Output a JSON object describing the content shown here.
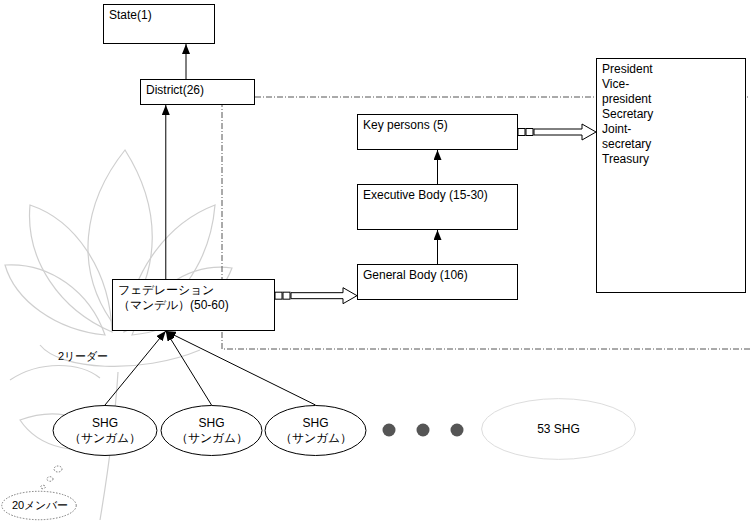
{
  "diagram": {
    "nodes": [
      {
        "text": [
          "State(1)"
        ]
      },
      {
        "text": [
          "District(26)"
        ]
      },
      {
        "text": [
          "President Vice-president Secretary Joint-secretary Treasury"
        ]
      },
      {
        "text": [
          "Key persons (5)"
        ]
      },
      {
        "text": [
          "Executive Body (15-30)"
        ]
      },
      {
        "text": [
          "General Body (106)"
        ]
      },
      {
        "text": [
          "フェデレーション （マンデル）(50-60)"
        ]
      },
      {
        "text": [
          "SHG （サンガム）"
        ]
      },
      {
        "text": [
          "SHG （サンガム）"
        ]
      },
      {
        "text": [
          "SHG （サンガム）"
        ]
      },
      {
        "text": [
          "53 SHG"
        ]
      },
      {
        "text": [
          "20メンバー"
        ]
      }
    ],
    "edges": [
      {
        "from": 1,
        "to": 0,
        "arrow": "to"
      },
      {
        "from": 6,
        "to": 1,
        "arrow": "to"
      },
      {
        "from": 7,
        "to": 6,
        "arrow": "to"
      },
      {
        "from": 8,
        "to": 6,
        "arrow": "to"
      },
      {
        "from": 9,
        "to": 6,
        "arrow": "to"
      },
      {
        "from": 6,
        "to": 5,
        "arrow": "to"
      },
      {
        "from": 5,
        "to": 4,
        "arrow": "to"
      },
      {
        "from": 4,
        "to": 3,
        "arrow": "to"
      },
      {
        "from": 3,
        "to": 2,
        "arrow": "to"
      }
    ],
    "labels": [
      "2リーダー"
    ]
  }
}
